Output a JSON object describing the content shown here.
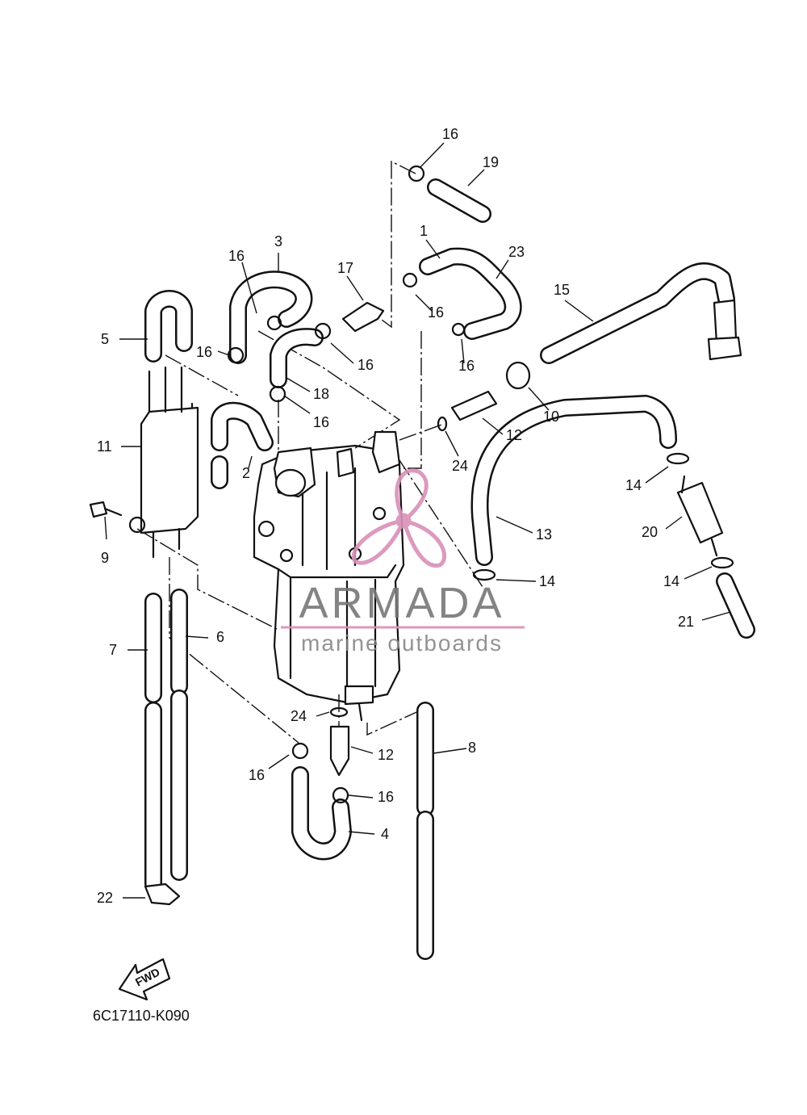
{
  "diagram_code": "6C17110-K090",
  "watermark": {
    "title": "ARMADA",
    "subtitle": "marine outboards",
    "accent_color": "#d990b8"
  },
  "fwd_label": "FWD",
  "callouts": {
    "c1": "1",
    "c2": "2",
    "c3": "3",
    "c4": "4",
    "c5": "5",
    "c6": "6",
    "c7": "7",
    "c8": "8",
    "c9": "9",
    "c10": "10",
    "c11": "11",
    "c12a": "12",
    "c12b": "12",
    "c13": "13",
    "c14a": "14",
    "c14b": "14",
    "c14c": "14",
    "c15": "15",
    "c16a": "16",
    "c16b": "16",
    "c16c": "16",
    "c16d": "16",
    "c16e": "16",
    "c16f": "16",
    "c16g": "16",
    "c16h": "16",
    "c16i": "16",
    "c17": "17",
    "c18": "18",
    "c19": "19",
    "c20": "20",
    "c21": "21",
    "c22": "22",
    "c23": "23",
    "c24a": "24",
    "c24b": "24"
  }
}
